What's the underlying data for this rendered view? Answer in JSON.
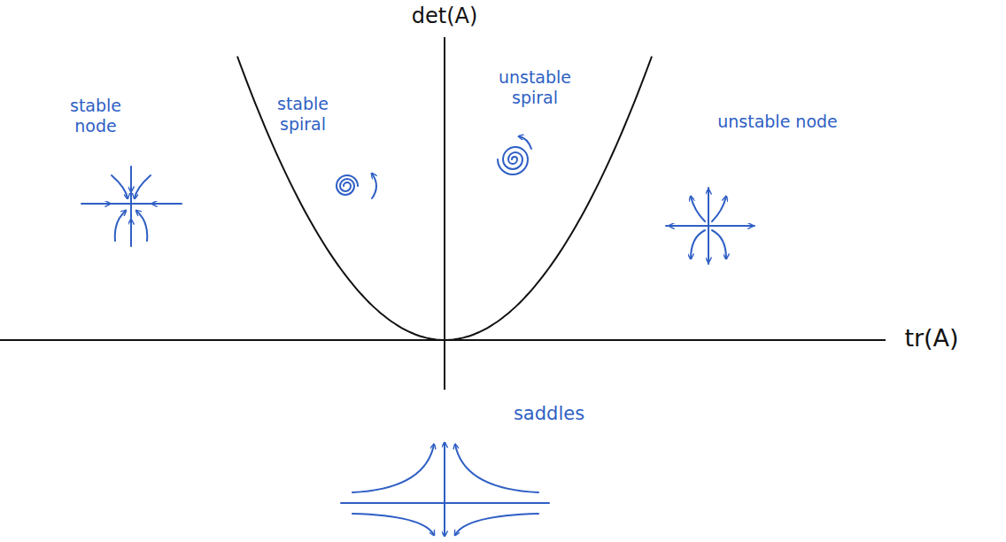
{
  "diagram": {
    "labels": [
      "det(A)",
      "stable node",
      "stable spiral",
      "unstable spiral",
      "unstable node",
      "tr(A)",
      "saddles"
    ]
  }
}
